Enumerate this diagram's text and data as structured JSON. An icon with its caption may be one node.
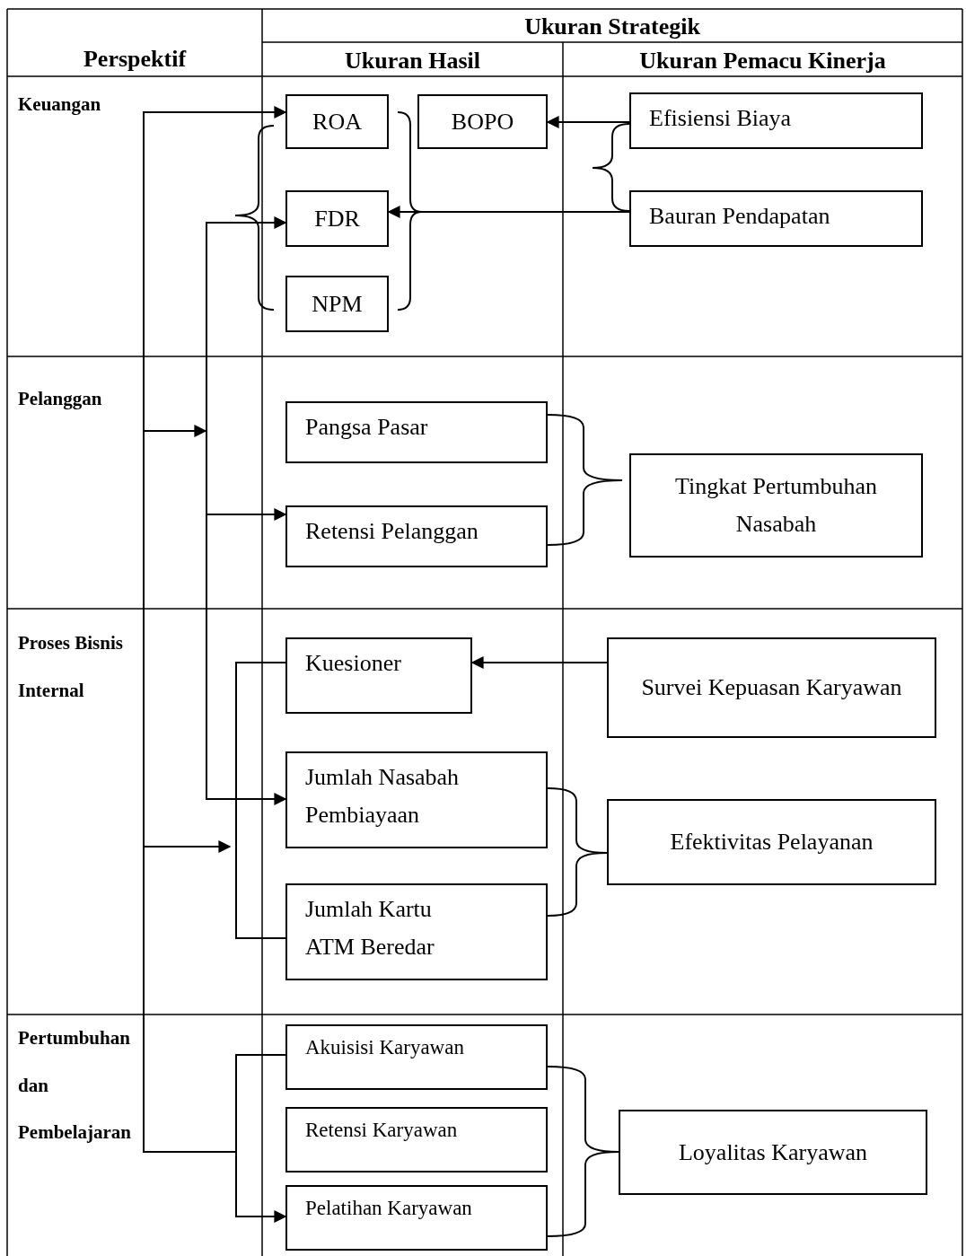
{
  "diagram": {
    "nodes": [
      {
        "text": [
          "ROA"
        ]
      },
      {
        "text": [
          "BOPO"
        ]
      },
      {
        "text": [
          "FDR"
        ]
      },
      {
        "text": [
          "NPM"
        ]
      },
      {
        "text": [
          "Efisiensi Biaya"
        ]
      },
      {
        "text": [
          "Bauran Pendapatan"
        ]
      },
      {
        "text": [
          "Pangsa Pasar"
        ]
      },
      {
        "text": [
          "Retensi Pelanggan"
        ]
      },
      {
        "text": [
          "Tingkat Pertumbuhan Nasabah"
        ]
      },
      {
        "text": [
          "Kuesioner"
        ]
      },
      {
        "text": [
          "Survei Kepuasan Karyawan"
        ]
      },
      {
        "text": [
          "Jumlah Nasabah Pembiayaan"
        ]
      },
      {
        "text": [
          "Efektivitas Pelayanan"
        ]
      },
      {
        "text": [
          "Jumlah Kartu ATM Beredar"
        ]
      },
      {
        "text": [
          "Akuisisi Karyawan"
        ]
      },
      {
        "text": [
          "Retensi Karyawan"
        ]
      },
      {
        "text": [
          "Pelatihan Karyawan"
        ]
      },
      {
        "text": [
          "Loyalitas Karyawan"
        ]
      }
    ],
    "edges": [
      {
        "from": 4,
        "to": 1,
        "arrow": "to"
      },
      {
        "from": 5,
        "to": 2,
        "arrow": "to"
      },
      {
        "from": 14,
        "to": 0,
        "arrow": "to"
      },
      {
        "from": 14,
        "to": 16,
        "arrow": "to"
      },
      {
        "from": null,
        "to": 2,
        "arrow": "to"
      },
      {
        "from": null,
        "to": 7,
        "arrow": "to"
      },
      {
        "from": null,
        "to": 11,
        "arrow": "to"
      },
      {
        "from": 9,
        "to": 13,
        "arrow": "none"
      },
      {
        "from": 10,
        "to": 9,
        "arrow": "to"
      }
    ],
    "labels": [
      "Ukuran Strategik",
      "Perspektif",
      "Ukuran Hasil",
      "Ukuran Pemacu Kinerja",
      "Keuangan",
      "Pelanggan",
      "Proses Bisnis Internal",
      "Pertumbuhan dan Pembelajaran"
    ]
  }
}
